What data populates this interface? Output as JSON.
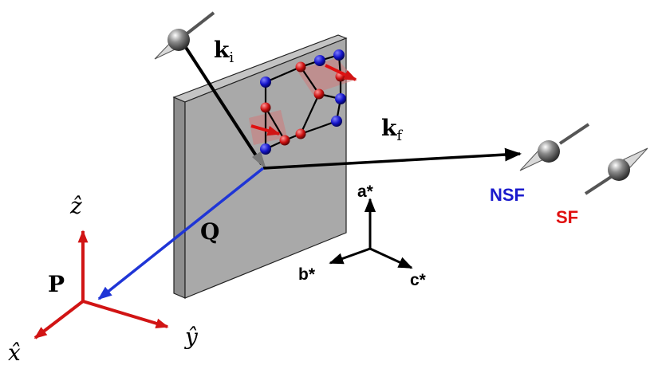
{
  "labels": {
    "k_initial_main": "k",
    "k_initial_sub": "i",
    "k_final_main": "k",
    "k_final_sub": "f",
    "q_vector": "Q",
    "polarization": "P",
    "axis_x": "x̂",
    "axis_y": "ŷ",
    "axis_z": "ẑ",
    "a_star": "a*",
    "b_star": "b*",
    "c_star": "c*",
    "nsf": "NSF",
    "sf": "SF"
  },
  "colors": {
    "nsf": "#1a1acc",
    "sf": "#e01010",
    "q_vector": "#1f35d6",
    "frame_axes": "#d11414",
    "blue_atom": "#1414c8",
    "red_atom": "#cc1010",
    "slab_face": "#a9a9a9",
    "black": "#000000"
  }
}
